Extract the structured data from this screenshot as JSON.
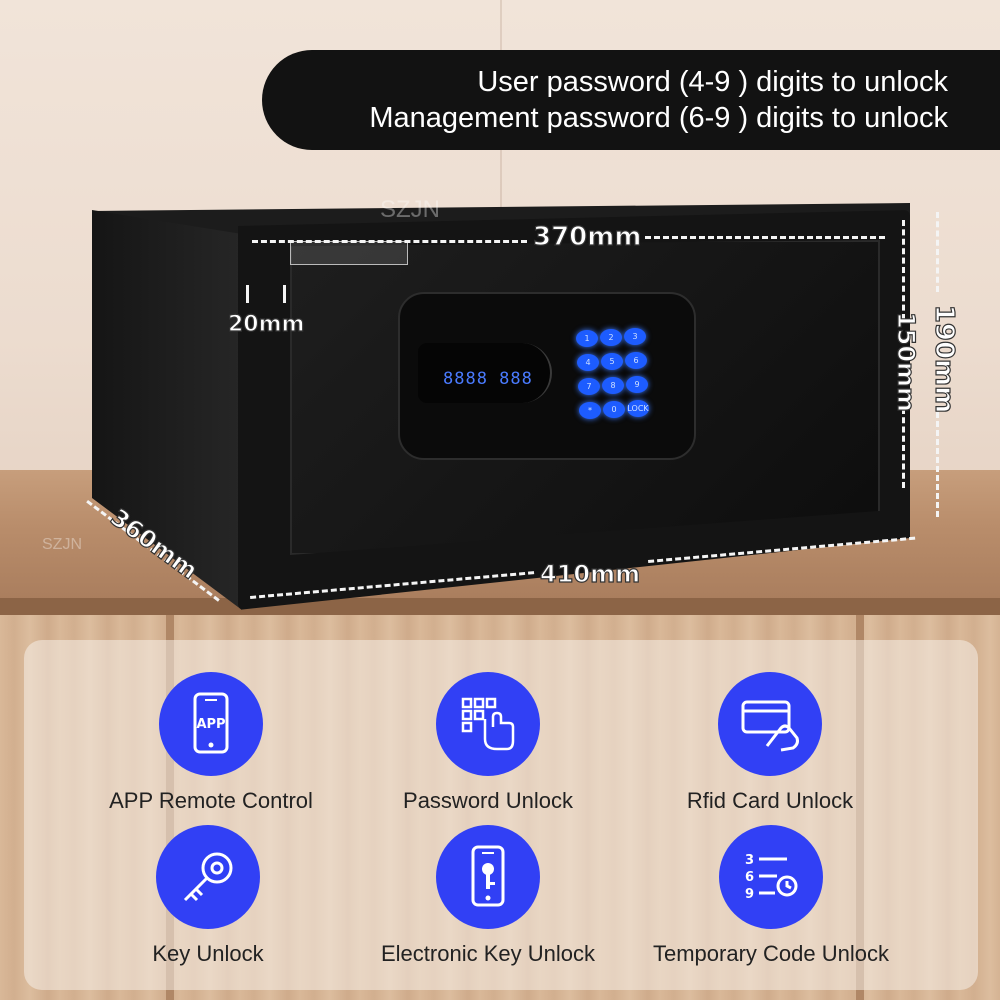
{
  "banner": {
    "line1": "User password (4-9 ) digits to unlock",
    "line2": "Management password (6-9 ) digits to unlock"
  },
  "watermark": {
    "brand": "SZJN"
  },
  "dimensions": {
    "width_inner": "370mm",
    "edge": "20mm",
    "depth": "360mm",
    "width_outer": "410mm",
    "height_inner": "150mm",
    "height_outer": "190mm"
  },
  "keypad": {
    "display": "8888 888",
    "keys": [
      "1",
      "2",
      "3",
      "4",
      "5",
      "6",
      "7",
      "8",
      "9",
      "*",
      "0",
      "LOCK"
    ]
  },
  "features": [
    {
      "label": "APP Remote Control",
      "icon": "phone-app-icon",
      "icon_text": "APP"
    },
    {
      "label": "Password Unlock",
      "icon": "keypad-hand-icon"
    },
    {
      "label": "Rfid Card Unlock",
      "icon": "card-hand-icon"
    },
    {
      "label": "Key Unlock",
      "icon": "key-icon"
    },
    {
      "label": "Electronic Key Unlock",
      "icon": "phone-key-icon"
    },
    {
      "label": "Temporary Code Unlock",
      "icon": "code-list-icon",
      "icon_text": [
        "3",
        "6",
        "9"
      ]
    }
  ],
  "colors": {
    "icon_circle": "#3140f5",
    "banner_bg": "#121212",
    "key_glow": "#1d5cff"
  }
}
